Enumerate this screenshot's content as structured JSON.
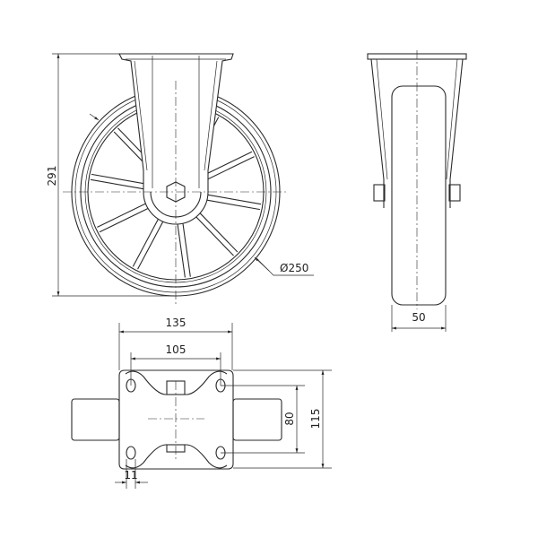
{
  "dimensions": {
    "overall_height": "291",
    "wheel_diameter": "Ø250",
    "wheel_width": "50",
    "plate_width": "135",
    "hole_spacing_x": "105",
    "hole_spacing_y": "80",
    "plate_length": "115",
    "hole_diameter": "11"
  },
  "colors": {
    "line": "#2a2a2a",
    "background": "#ffffff"
  }
}
